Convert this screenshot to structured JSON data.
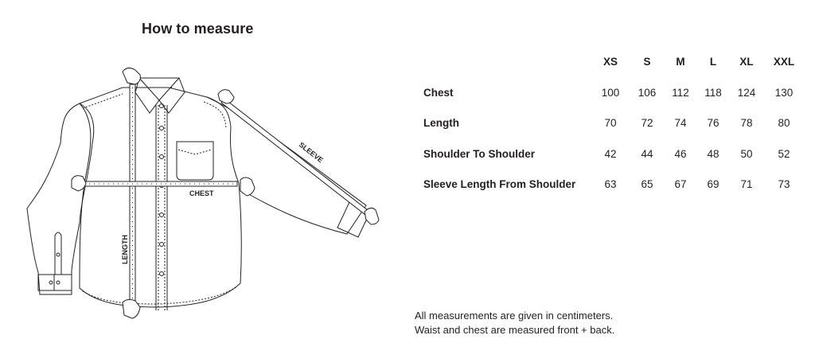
{
  "title": "How to measure",
  "diagram": {
    "labels": {
      "sleeve": "SLEEVE",
      "chest": "CHEST",
      "length": "LENGTH"
    }
  },
  "size_chart": {
    "sizes": [
      "XS",
      "S",
      "M",
      "L",
      "XL",
      "XXL"
    ],
    "rows": [
      {
        "label": "Chest",
        "values": [
          "100",
          "106",
          "112",
          "118",
          "124",
          "130"
        ]
      },
      {
        "label": "Length",
        "values": [
          "70",
          "72",
          "74",
          "76",
          "78",
          "80"
        ]
      },
      {
        "label": "Shoulder To Shoulder",
        "values": [
          "42",
          "44",
          "46",
          "48",
          "50",
          "52"
        ]
      },
      {
        "label": "Sleeve Length From Shoulder",
        "values": [
          "63",
          "65",
          "67",
          "69",
          "71",
          "73"
        ]
      }
    ]
  },
  "notes": {
    "line1": "All measurements are given in centimeters.",
    "line2": "Waist and chest are measured front + back."
  }
}
